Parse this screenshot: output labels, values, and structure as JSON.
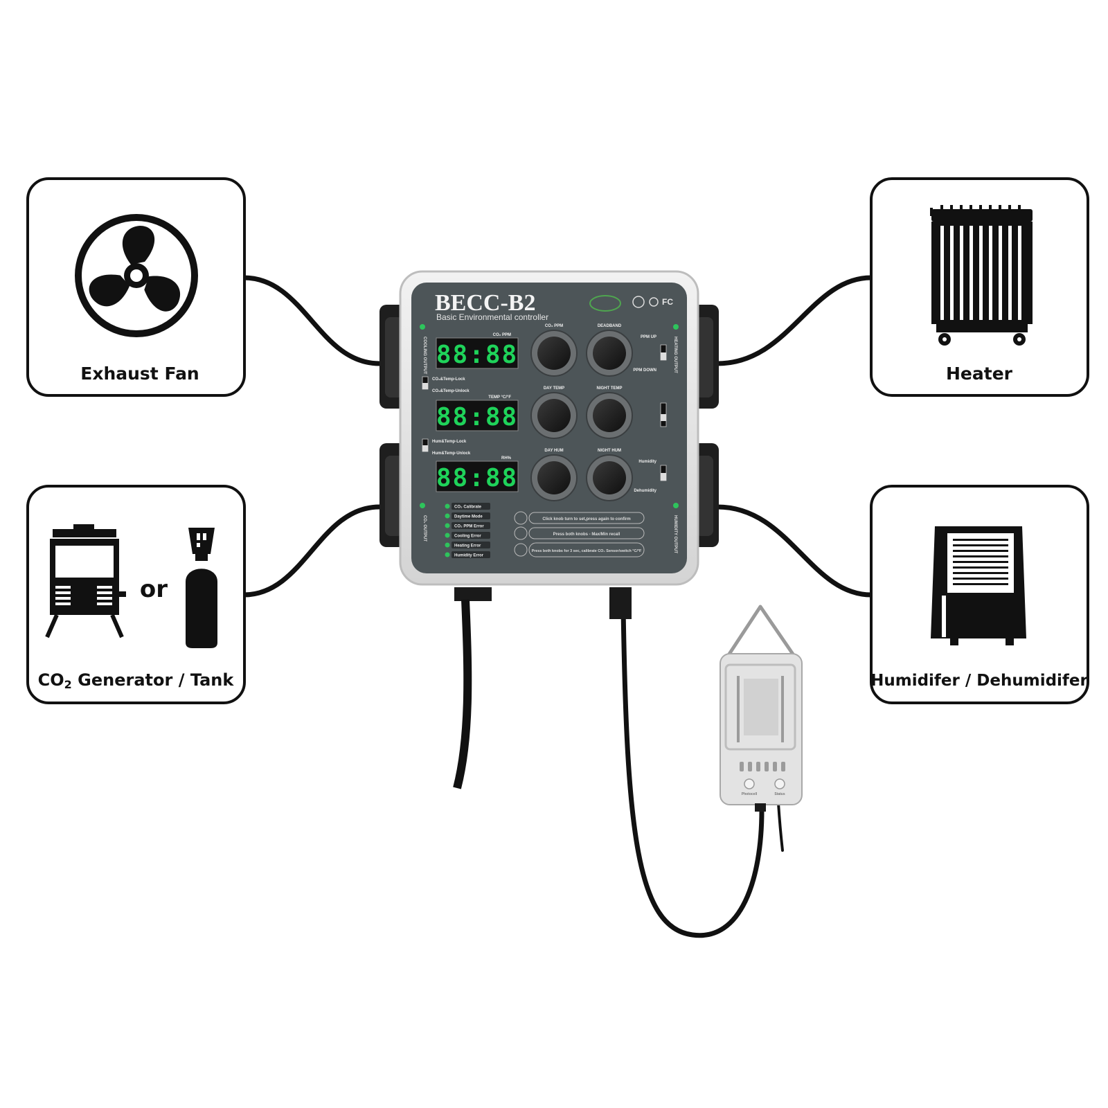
{
  "devices": {
    "exhaust_fan": {
      "label": "Exhaust Fan",
      "icon": "fan-icon"
    },
    "co2": {
      "label_prefix": "CO",
      "label_sub": "2",
      "label_suffix": " Generator / Tank",
      "or_text": "or",
      "icon_generator": "co2-generator-icon",
      "icon_tank": "co2-tank-icon"
    },
    "heater": {
      "label": "Heater",
      "icon": "radiator-heater-icon"
    },
    "humidifier": {
      "label": "Humidifer / Dehumidifer",
      "icon": "dehumidifier-icon"
    }
  },
  "controller": {
    "model": "BECC-B2",
    "subtitle": "Basic Environmental controller",
    "cert_marks": [
      "FC"
    ],
    "displays": [
      {
        "label": "CO₂ PPM",
        "value": "88:88"
      },
      {
        "label": "TEMP °C/°F",
        "value": "88:88"
      },
      {
        "label": "RH%",
        "value": "88:88"
      }
    ],
    "knobs": [
      {
        "label": "CO₂ PPM"
      },
      {
        "label": "DEADBAND"
      },
      {
        "label": "DAY TEMP"
      },
      {
        "label": "NIGHT TEMP"
      },
      {
        "label": "DAY HUM"
      },
      {
        "label": "NIGHT HUM"
      }
    ],
    "outputs": {
      "cooling": "COOLING OUTPUT",
      "co2": "CO₂ OUTPUT",
      "heating": "HEATING OUTPUT",
      "humidity": "HUMIDITY OUTPUT"
    },
    "lock_labels": {
      "co2_lock": "CO₂&Temp-Lock",
      "co2_unlock": "CO₂&Temp-Unlock",
      "hum_lock": "Hum&Temp-Lock",
      "hum_unlock": "Hum&Temp-Unlock"
    },
    "right_switches": {
      "ppm_up": "PPM UP",
      "ppm_down": "PPM DOWN",
      "humidity": "Humidity",
      "dehumidity": "Dehumidity"
    },
    "status_leds": [
      "CO₂ Calibrate",
      "Daytime Mode",
      "CO₂ PPM Error",
      "Cooling Error",
      "Heating Error",
      "Humidity Error"
    ],
    "instructions": [
      "Click knob turn to set,press again to confirm",
      "Press both knobs - Max/Min recall",
      "Press both knobs for 3 sec, calibrate CO₂ Sensor/switch °C/°F"
    ],
    "display_color": "#1fd35a",
    "panel_color": "#4d5558",
    "led_color": "#2ec45c"
  },
  "sensor": {
    "buttons": [
      "Photocell",
      "Status"
    ]
  }
}
